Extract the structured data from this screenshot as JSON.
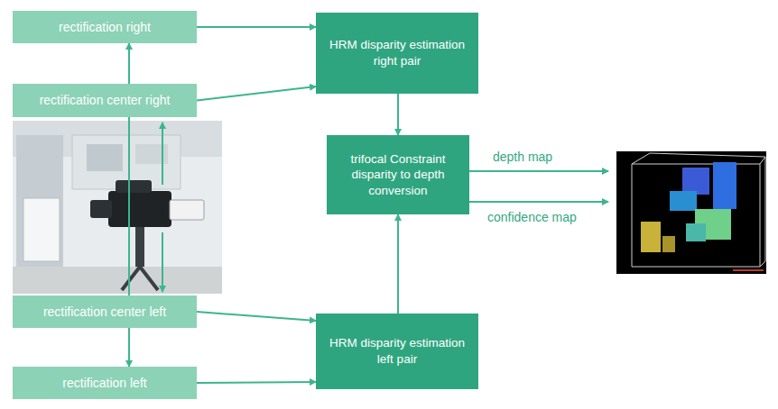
{
  "diagram": {
    "nodes": [
      {
        "text": [
          "rectification right"
        ]
      },
      {
        "text": [
          "HRM disparity estimation right pair"
        ]
      },
      {
        "text": [
          "rectification center right"
        ]
      },
      {
        "text": [
          "trifocal Constraint disparity to depth conversion"
        ]
      },
      {
        "text": [
          "rectification center left"
        ]
      },
      {
        "text": [
          "HRM disparity estimation left pair"
        ]
      },
      {
        "text": [
          "rectification left"
        ]
      }
    ],
    "edges": [
      {
        "from": 0,
        "to": 1,
        "arrow": "to"
      },
      {
        "from": 2,
        "to": 1,
        "arrow": "to"
      },
      {
        "from": 1,
        "to": 3,
        "arrow": "to"
      },
      {
        "from": 5,
        "to": 3,
        "arrow": "to"
      },
      {
        "from": 4,
        "to": 5,
        "arrow": "to"
      },
      {
        "from": 6,
        "to": 5,
        "arrow": "to"
      },
      {
        "from": 2,
        "to": 0,
        "arrow": "to"
      },
      {
        "from": 4,
        "to": 6,
        "arrow": "to"
      }
    ],
    "labels": [
      "depth map",
      "confidence map"
    ]
  }
}
